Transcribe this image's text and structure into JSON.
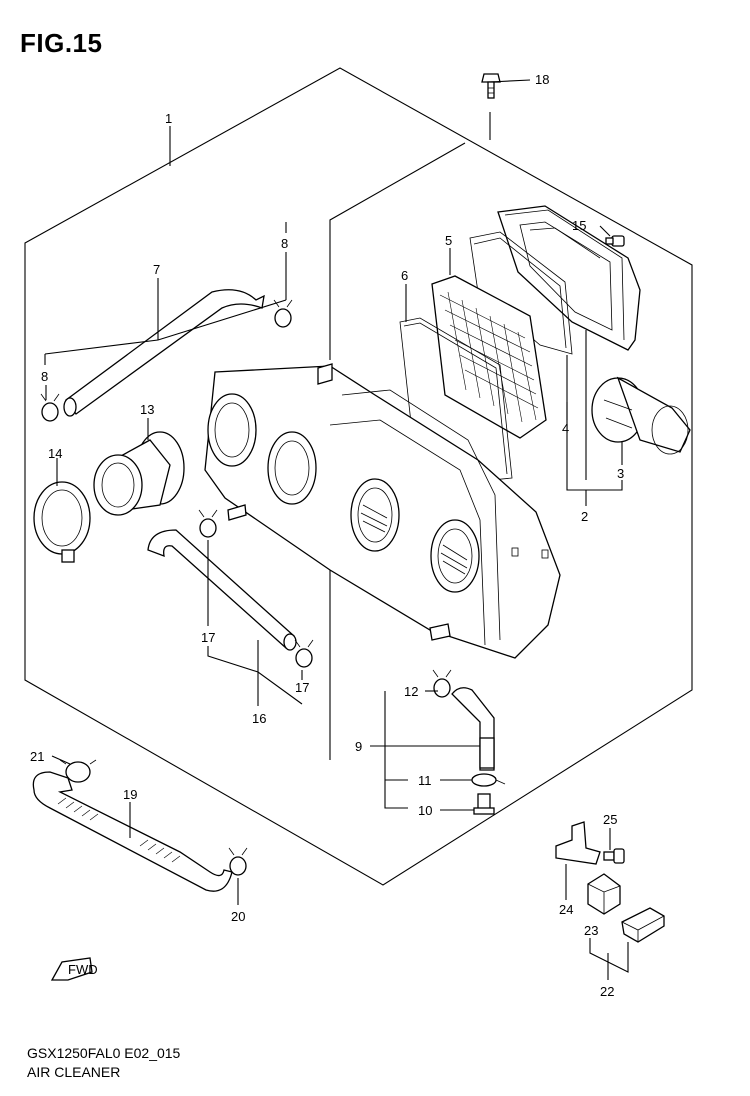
{
  "figure": {
    "title": "FIG.15",
    "code": "GSX1250FAL0 E02_015",
    "name": "AIR CLEANER",
    "fwd_label": "FWD"
  },
  "parts": [
    {
      "id": "1",
      "label": "1"
    },
    {
      "id": "2",
      "label": "2"
    },
    {
      "id": "3",
      "label": "3"
    },
    {
      "id": "4",
      "label": "4"
    },
    {
      "id": "5",
      "label": "5"
    },
    {
      "id": "6",
      "label": "6"
    },
    {
      "id": "7",
      "label": "7"
    },
    {
      "id": "8a",
      "label": "8"
    },
    {
      "id": "8b",
      "label": "8"
    },
    {
      "id": "9",
      "label": "9"
    },
    {
      "id": "10",
      "label": "10"
    },
    {
      "id": "11",
      "label": "11"
    },
    {
      "id": "12",
      "label": "12"
    },
    {
      "id": "13",
      "label": "13"
    },
    {
      "id": "14",
      "label": "14"
    },
    {
      "id": "15",
      "label": "15"
    },
    {
      "id": "16",
      "label": "16"
    },
    {
      "id": "17a",
      "label": "17"
    },
    {
      "id": "17b",
      "label": "17"
    },
    {
      "id": "18",
      "label": "18"
    },
    {
      "id": "19",
      "label": "19"
    },
    {
      "id": "20",
      "label": "20"
    },
    {
      "id": "21",
      "label": "21"
    },
    {
      "id": "22",
      "label": "22"
    },
    {
      "id": "23",
      "label": "23"
    },
    {
      "id": "24",
      "label": "24"
    },
    {
      "id": "25",
      "label": "25"
    }
  ]
}
